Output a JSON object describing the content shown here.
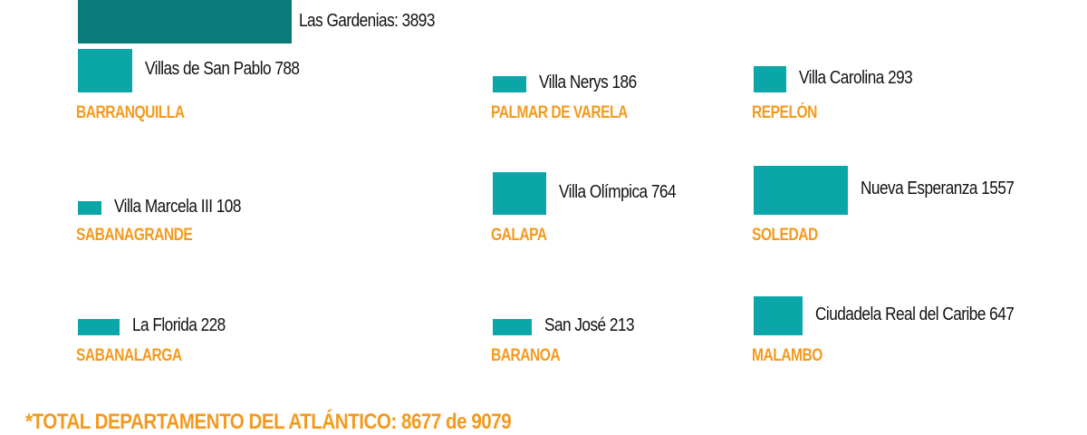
{
  "chart_data": {
    "type": "bar",
    "colors": {
      "bar": "#0aa6a8",
      "highlight_bar": "#0b7b7a",
      "municipality": "#f39a1e",
      "label": "#111111"
    },
    "highlight": {
      "label": "Las Gardenias: 3893",
      "value": 3893
    },
    "items": [
      {
        "municipality": "BARRANQUILLA",
        "label": "Villas de San Pablo 788",
        "value": 788
      },
      {
        "municipality": "PALMAR DE VARELA",
        "label": "Villa Nerys 186",
        "value": 186
      },
      {
        "municipality": "REPELÓN",
        "label": "Villa Carolina 293",
        "value": 293
      },
      {
        "municipality": "SABANAGRANDE",
        "label": "Villa Marcela III 108",
        "value": 108
      },
      {
        "municipality": "GALAPA",
        "label": "Villa Olímpica 764",
        "value": 764
      },
      {
        "municipality": "SOLEDAD",
        "label": "Nueva Esperanza 1557",
        "value": 1557
      },
      {
        "municipality": "SABANALARGA",
        "label": "La Florida 228",
        "value": 228
      },
      {
        "municipality": "BARANOA",
        "label": "San José 213",
        "value": 213
      },
      {
        "municipality": "MALAMBO",
        "label": "Ciudadela Real del Caribe 647",
        "value": 647
      }
    ],
    "total_label": "*TOTAL DEPARTAMENTO DEL ATLÁNTICO: 8677 de 9079"
  }
}
